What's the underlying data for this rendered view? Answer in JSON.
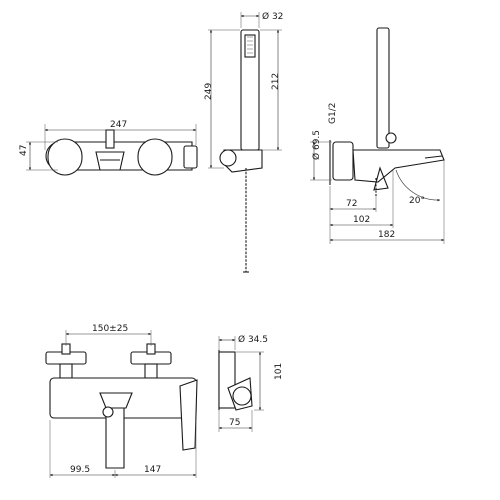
{
  "dimensions": {
    "front_width": "247",
    "front_height": "47",
    "shower_length": "249",
    "handle_length": "212",
    "handle_diameter": "Ø 32",
    "thread": "G1/2",
    "body_diameter": "Ø 69.5",
    "depth_72": "72",
    "depth_102": "102",
    "depth_182": "182",
    "angle": "20°",
    "centers": "150±25",
    "bracket_diameter": "Ø 34.5",
    "bracket_height": "101",
    "bracket_depth": "75",
    "left_offset": "99.5",
    "right_offset": "147"
  },
  "colors": {
    "line": "#1a1a1a",
    "background": "#ffffff"
  }
}
